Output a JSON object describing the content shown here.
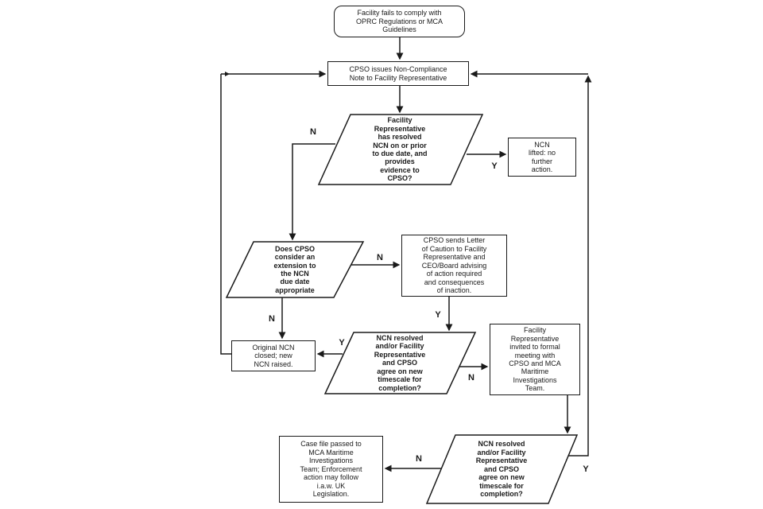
{
  "colors": {
    "background": "#ffffff",
    "line": "#1a1a1a",
    "text": "#1a1a1a"
  },
  "nodes": {
    "start": {
      "shape": "rounded-rect",
      "text": "Facility fails to comply with\nOPRC Regulations or MCA\nGuidelines"
    },
    "cpso_issues": {
      "shape": "rect",
      "text": "CPSO issues Non-Compliance\nNote to Facility Representative"
    },
    "decision_resolved": {
      "shape": "parallelogram",
      "text": "Facility\nRepresentative\nhas resolved\nNCN on or prior\nto due date, and\nprovides\nevidence to\nCPSO?"
    },
    "ncn_lifted": {
      "shape": "rect",
      "text": "NCN\nlifted: no\nfurther\naction."
    },
    "decision_extension": {
      "shape": "parallelogram",
      "text": "Does CPSO\nconsider an\nextension to\nthe NCN\ndue date\nappropriate"
    },
    "letter_of_caution": {
      "shape": "rect",
      "text": "CPSO sends Letter\nof Caution to Facility\nRepresentative and\nCEO/Board advising\nof action required\nand consequences\nof inaction."
    },
    "original_ncn_closed": {
      "shape": "rect",
      "text": "Original NCN\nclosed; new\nNCN raised."
    },
    "decision_timescale_1": {
      "shape": "parallelogram",
      "text": "NCN resolved\nand/or Facility\nRepresentative\nand CPSO\nagree on new\ntimescale for\ncompletion?"
    },
    "formal_meeting": {
      "shape": "rect",
      "text": "Facility\nRepresentative\ninvited to formal\nmeeting with\nCPSO and MCA\nMaritime\nInvestigations\nTeam."
    },
    "decision_timescale_2": {
      "shape": "parallelogram",
      "text": "NCN resolved\nand/or Facility\nRepresentative\nand CPSO\nagree on new\ntimescale for\ncompletion?"
    },
    "case_file": {
      "shape": "rect",
      "text": "Case file passed to\nMCA Maritime\nInvestigations\nTeam; Enforcement\naction may follow\ni.a.w. UK\nLegislation."
    }
  },
  "edge_labels": {
    "resolved_no": "N",
    "resolved_yes": "Y",
    "extension_no_caution": "N",
    "extension_no_down": "N",
    "caution_yes": "Y",
    "timescale1_yes": "Y",
    "timescale1_no": "N",
    "timescale2_no": "N",
    "timescale2_yes": "Y"
  }
}
